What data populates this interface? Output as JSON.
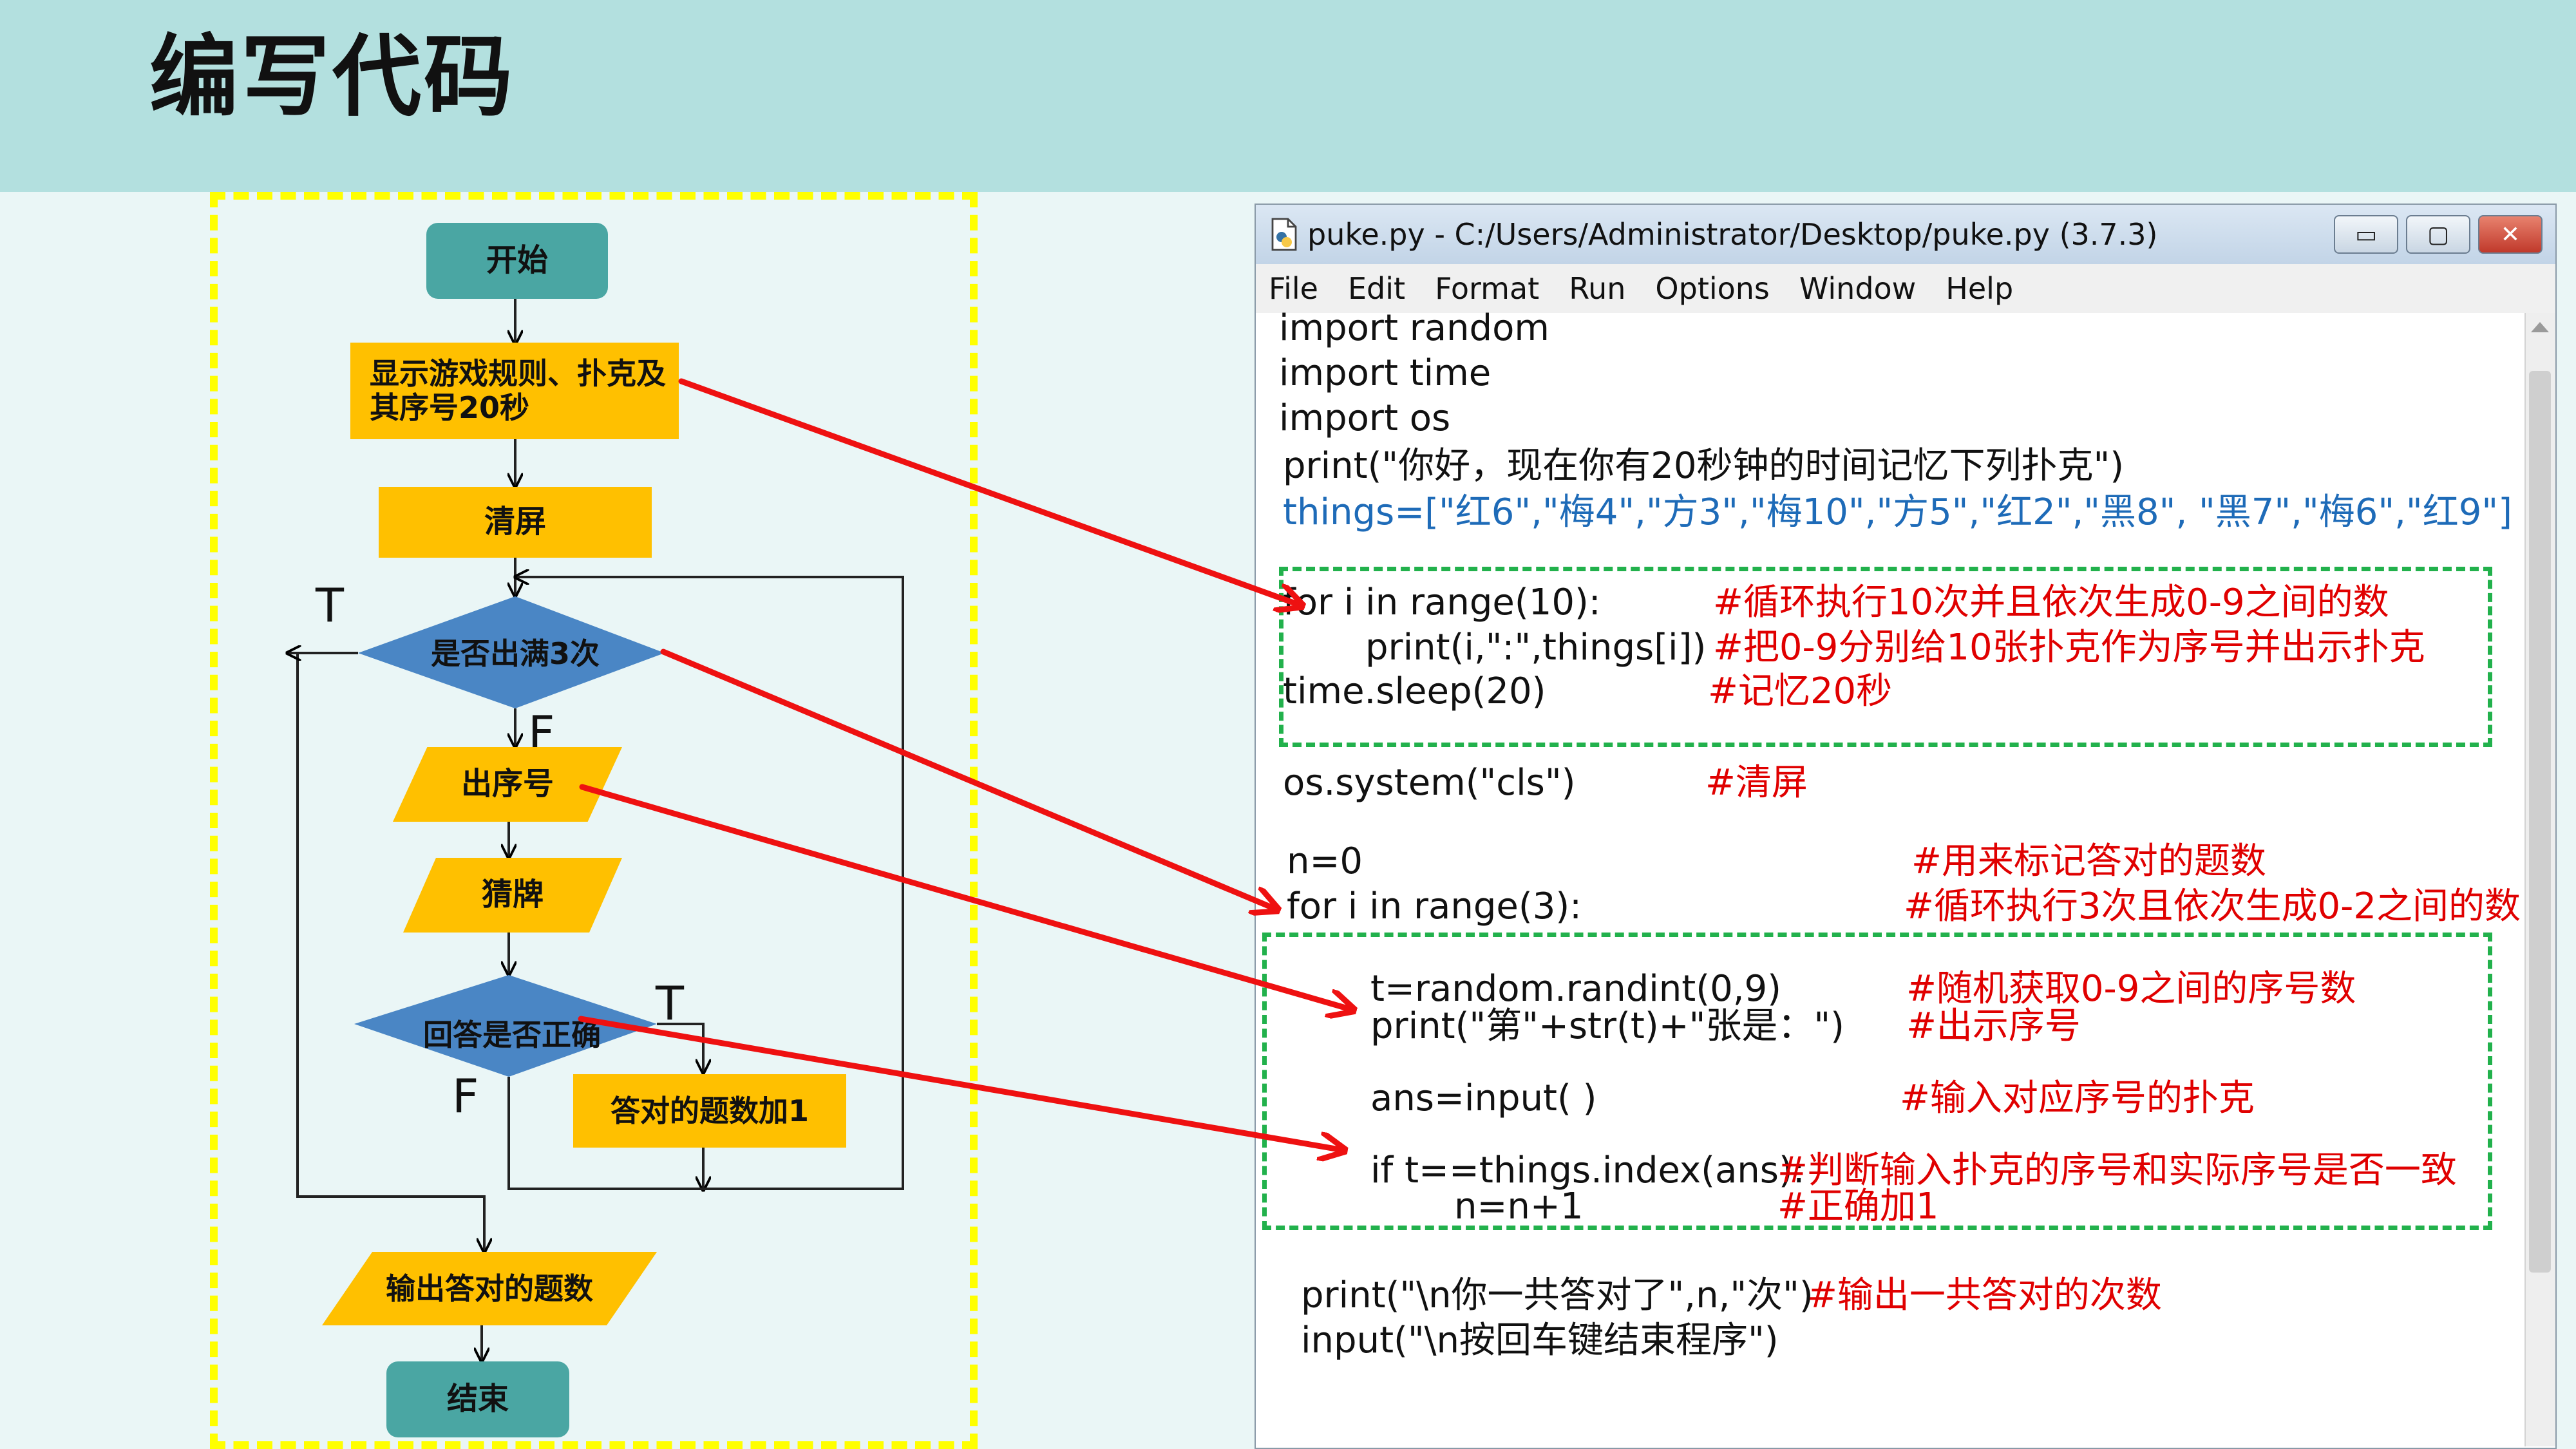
{
  "slide": {
    "title": "编写代码"
  },
  "flowchart": {
    "start": "开始",
    "show_rules": "显示游戏规则、扑克及其序号20秒",
    "clear_screen": "清屏",
    "decision_full": "是否出满3次",
    "show_index": "出序号",
    "guess_card": "猜牌",
    "decision_correct": "回答是否正确",
    "add_score": "答对的题数加1",
    "output_count": "输出答对的题数",
    "end": "结束",
    "label_t": "T",
    "label_f": "F"
  },
  "ide": {
    "window_title": "puke.py - C:/Users/Administrator/Desktop/puke.py (3.7.3)",
    "window_buttons": {
      "minimize": "▭",
      "maximize": "▢",
      "close": "✕"
    },
    "menu": [
      "File",
      "Edit",
      "Format",
      "Run",
      "Options",
      "Window",
      "Help"
    ],
    "code": {
      "import_random": "import random",
      "import_time": "import time",
      "import_os": "import os",
      "print_hello": "print(\"你好，现在你有20秒钟的时间记忆下列扑克\")",
      "things": "things=[\"红6\",\"梅4\",\"方3\",\"梅10\",\"方5\",\"红2\",\"黑8\", \"黑7\",\"梅6\",\"红9\"]",
      "for_range10": "for i in range(10):",
      "print_things": "print(i,\":\",things[i])",
      "sleep": "time.sleep(20)",
      "os_system": "os.system(\"cls\")",
      "n0": "n=0",
      "for_range3": "for i in range(3):",
      "randint": "t=random.randint(0,9)",
      "print_index": "print(\"第\"+str(t)+\"张是：\")",
      "input_ans": "ans=input( )",
      "if_check": "if t==things.index(ans):",
      "n_inc": "n=n+1",
      "print_total": "print(\"\\n你一共答对了\",n,\"次\")",
      "input_end": "input(\"\\n按回车键结束程序\")"
    },
    "comments": {
      "loop10": "#循环执行10次并且依次生成0-9之间的数",
      "assign_index": "#把0-9分别给10张扑克作为序号并出示扑克",
      "memorize": "#记忆20秒",
      "clear": "#清屏",
      "count_correct": "#用来标记答对的题数",
      "loop3": "#循环执行3次且依次生成0-2之间的数",
      "random_index": "#随机获取0-9之间的序号数",
      "show_index": "#出示序号",
      "input_card": "#输入对应序号的扑克",
      "compare": "#判断输入扑克的序号和实际序号是否一致",
      "correct_plus": "#正确加1",
      "output_total": "#输出一共答对的次数"
    }
  },
  "colors": {
    "header_bg": "#b3e0df",
    "terminal": "#4aa6a3",
    "process": "#ffc000",
    "decision": "#4a86c5",
    "arrow_red": "#ee1111",
    "frame_yellow": "#ffff00",
    "frame_green": "#22b14c",
    "code_blue": "#1e6bb8",
    "comment_red": "#e00000"
  }
}
